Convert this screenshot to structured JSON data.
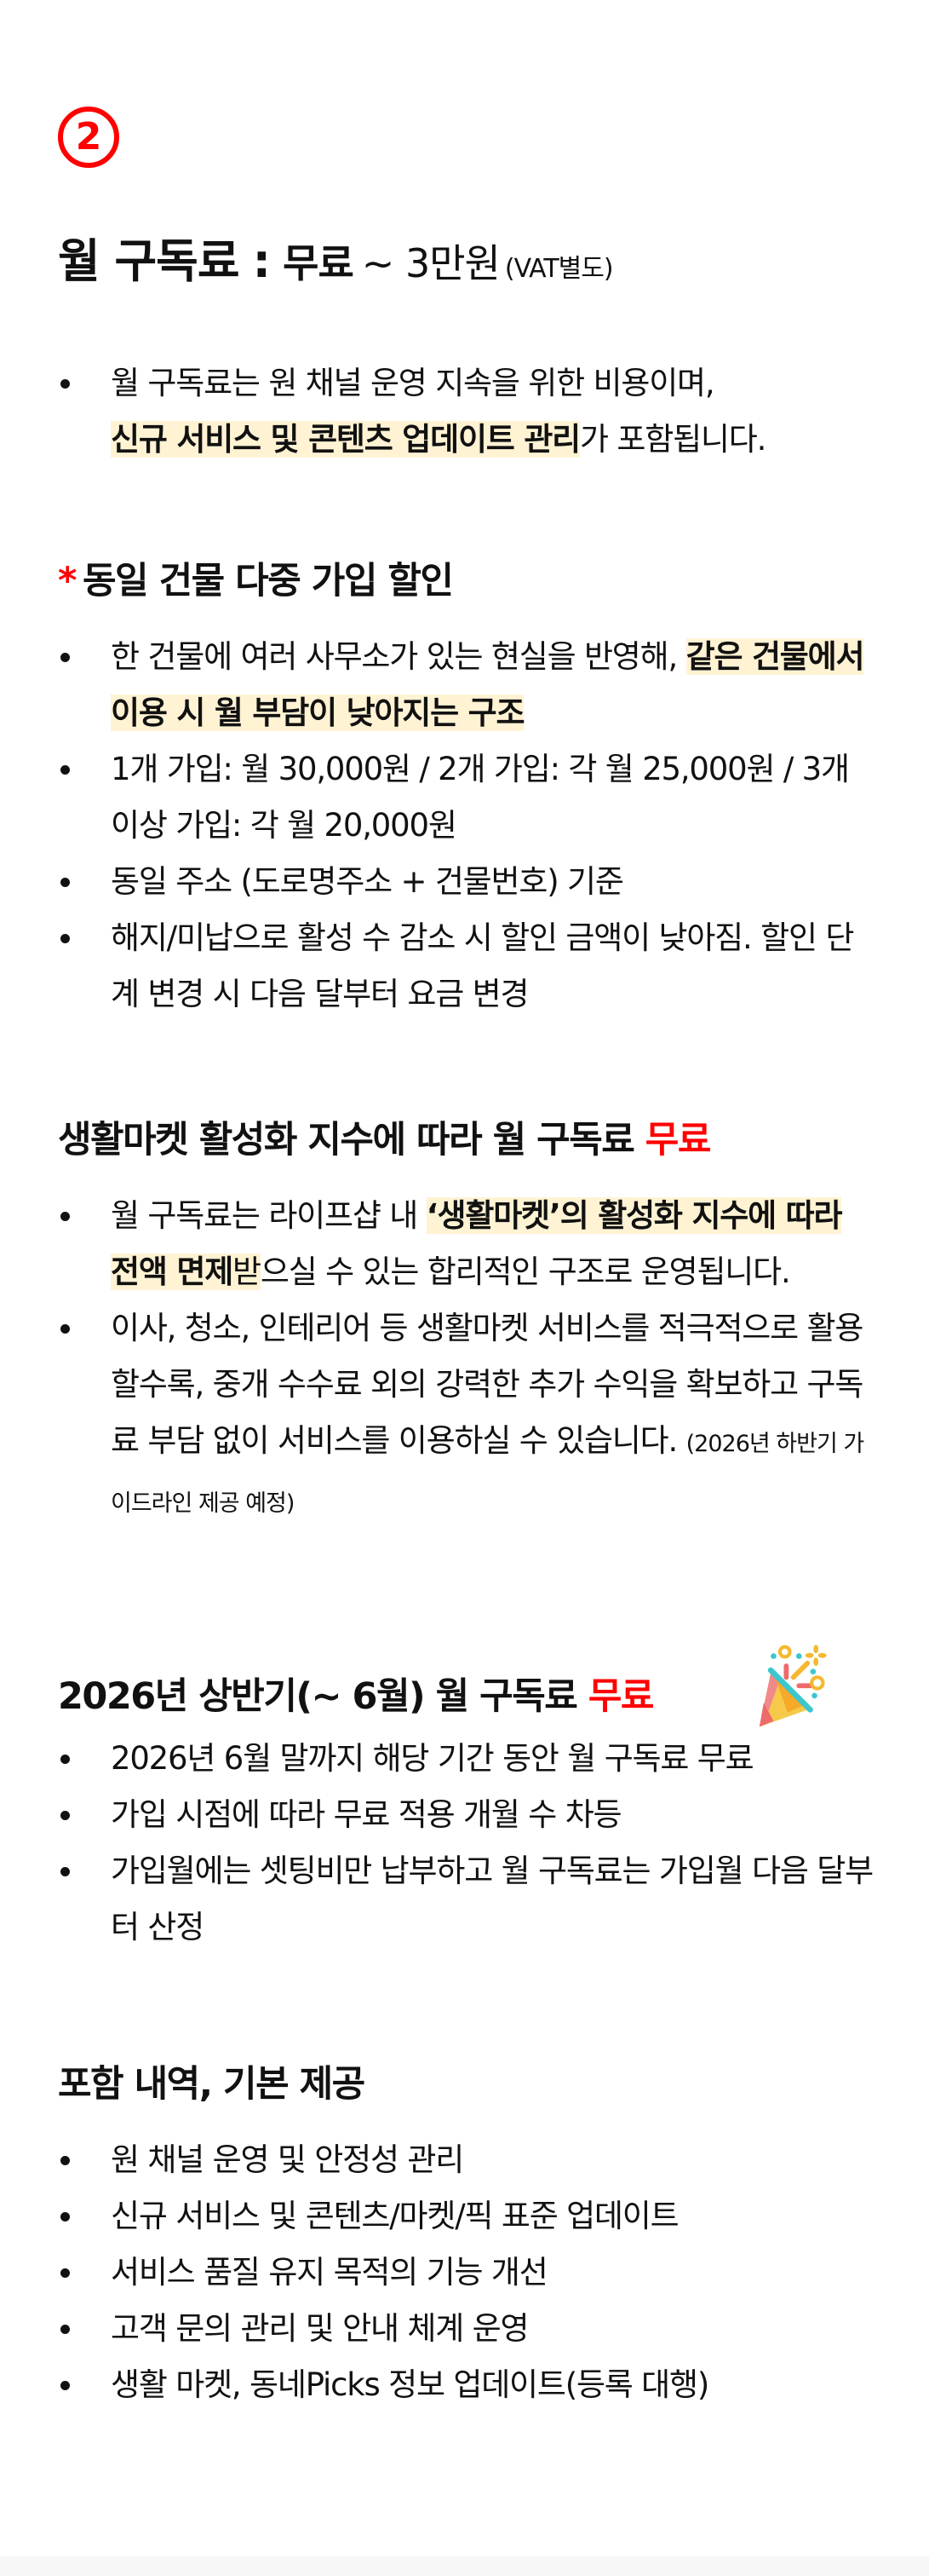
{
  "badge": {
    "number": "2",
    "color": "#ff0000"
  },
  "title": {
    "main": "월 구독료",
    "colon": ":",
    "free": "무료",
    "range": "~ 3만원",
    "vat": "(VAT별도)"
  },
  "intro": {
    "items": [
      {
        "line1": "월 구독료는 원 채널 운영 지속을 위한 비용이며,",
        "highlight": "신규 서비스 및 콘텐츠 업데이트 관리",
        "rest": "가 포함됩니다."
      }
    ]
  },
  "discount": {
    "asterisk": "*",
    "heading": "동일 건물 다중 가입 할인",
    "items": [
      {
        "text": "한 건물에 여러 사무소가 있는 현실을 반영해, ",
        "highlight": "같은 건물에서 이용 시 월 부담이 낮아지는 구조"
      },
      {
        "text": "1개 가입: 월 30,000원 / 2개 가입: 각 월 25,000원 / 3개 이상 가입: 각 월 20,000원"
      },
      {
        "text": "동일 주소 (도로명주소 + 건물번호) 기준"
      },
      {
        "text": "해지/미납으로 활성 수 감소 시 할인 금액이 낮아짐. 할인 단계 변경 시 다음 달부터 요금 변경"
      }
    ]
  },
  "market": {
    "heading": "생활마켓 활성화 지수에 따라 월 구독료",
    "heading_red": "무료",
    "items": [
      {
        "text_before": "월 구독료는 라이프샵 내 ",
        "highlight_bold": "‘생활마켓’의 활성화 지수에 따라 전액 면제",
        "highlight_regular": "받",
        "text_after": "으실 수 있는 합리적인 구조로 운영됩니다."
      },
      {
        "text": "이사, 청소, 인테리어 등 생활마켓 서비스를 적극적으로 활용 할수록, 중개 수수료 외의 강력한 추가 수익을 확보하고 구독료 부담 없이 서비스를 이용하실 수 있습니다.",
        "note": "(2026년 하반기 가이드라인 제공 예정)"
      }
    ]
  },
  "promo": {
    "heading": "2026년 상반기(~ 6월) 월 구독료",
    "heading_red": "무료",
    "icon": "party-popper-icon",
    "items": [
      {
        "text": "2026년  6월 말까지 해당 기간 동안 월 구독료 무료"
      },
      {
        "text": "가입 시점에 따라 무료 적용 개월 수 차등"
      },
      {
        "text": "가입월에는 셋팅비만 납부하고 월 구독료는 가입월 다음 달부터 산정"
      }
    ]
  },
  "included": {
    "heading": "포함 내역, 기본 제공",
    "items": [
      {
        "text": "원 채널 운영 및 안정성 관리"
      },
      {
        "text": "신규 서비스 및 콘텐츠/마켓/픽 표준 업데이트"
      },
      {
        "text": "서비스 품질 유지 목적의 기능 개선"
      },
      {
        "text": "고객 문의 관리 및 안내 체계 운영"
      },
      {
        "text": "생활 마켓, 동네Picks 정보 업데이트(등록 대행)"
      }
    ]
  },
  "colors": {
    "accent_red": "#ff0000",
    "highlight": "#fff3d4",
    "text": "#111111",
    "footer_strip": "#f7f7f7"
  }
}
